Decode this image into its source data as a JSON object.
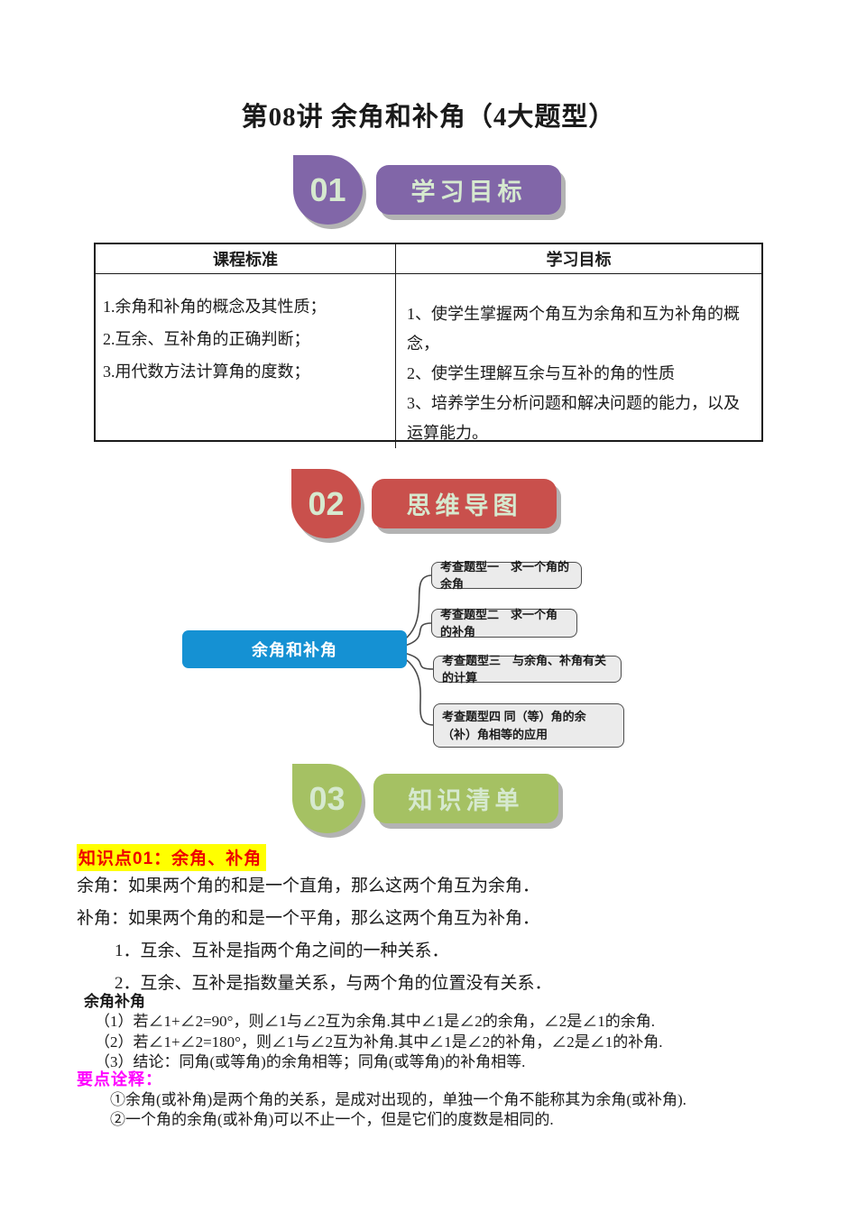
{
  "page": {
    "title": "第08讲 余角和补角（4大题型）"
  },
  "colors": {
    "section1": "#8166a8",
    "section2": "#c9504c",
    "section3": "#a5c163",
    "mindmap_root": "#1591d3",
    "highlight_bg": "#ffff00",
    "highlight_text": "#ee0000",
    "tips_title": "#ff00ff"
  },
  "sections": [
    {
      "num": "01",
      "label": "学习目标"
    },
    {
      "num": "02",
      "label": "思维导图"
    },
    {
      "num": "03",
      "label": "知识清单"
    }
  ],
  "table": {
    "headers": [
      "课程标准",
      "学习目标"
    ],
    "left_items": [
      "1.余角和补角的概念及其性质；",
      "2.互余、互补角的正确判断；",
      "3.用代数方法计算角的度数；"
    ],
    "right_items": [
      "1、使学生掌握两个角互为余角和互为补角的概念，",
      "2、使学生理解互余与互补的角的性质",
      "3、培养学生分析问题和解决问题的能力，以及运算能力。"
    ]
  },
  "mindmap": {
    "root": "余角和补角",
    "branches": [
      "考查题型一　求一个角的余角",
      "考查题型二　求一个角的补角",
      "考查题型三　与余角、补角有关的计算",
      "考查题型四 同（等）角的余（补）角相等的应用"
    ]
  },
  "knowledge": {
    "point_title": "知识点01：余角、补角",
    "definitions": [
      "余角：如果两个角的和是一个直角，那么这两个角互为余角．",
      "补角：如果两个角的和是一个平角，那么这两个角互为补角．"
    ],
    "notes": [
      "1．互余、互补是指两个角之间的一种关系．",
      "2．互余、互补是指数量关系，与两个角的位置没有关系．"
    ],
    "subhead": "余角补角",
    "items": [
      "（1）若∠1+∠2=90°，则∠1与∠2互为余角.其中∠1是∠2的余角，∠2是∠1的余角.",
      "（2）若∠1+∠2=180°，则∠1与∠2互为补角.其中∠1是∠2的补角，∠2是∠1的补角.",
      "（3）结论：同角(或等角)的余角相等；同角(或等角)的补角相等."
    ],
    "tips_title": "要点诠释：",
    "tips": [
      "①余角(或补角)是两个角的关系，是成对出现的，单独一个角不能称其为余角(或补角).",
      "②一个角的余角(或补角)可以不止一个，但是它们的度数是相同的."
    ]
  }
}
